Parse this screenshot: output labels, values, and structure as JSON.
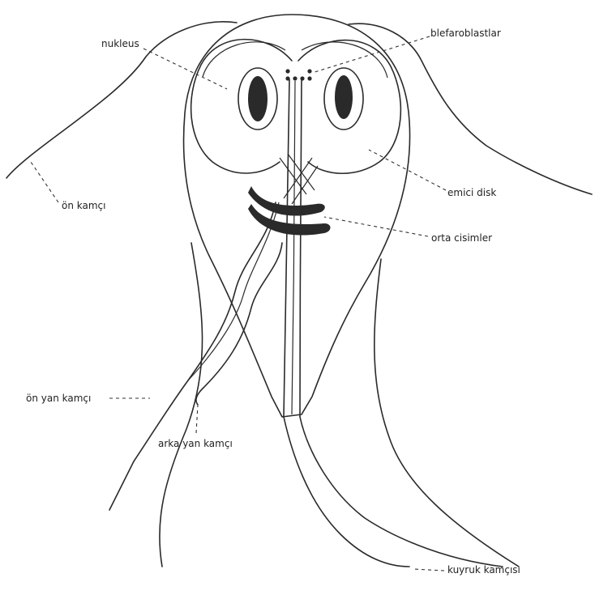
{
  "labels": {
    "nucleus": "nukleus",
    "blepharoplasts": "blefaroblastlar",
    "ventral_disc": "emici disk",
    "anterior_flagellum": "ön kamçı",
    "median_bodies": "orta cisimler",
    "anterolateral_flagellum": "ön yan kamçı",
    "posterolateral_flagellum": "arka yan kamçı",
    "caudal_flagellum": "kuyruk kamçısı"
  },
  "colors": {
    "line": "#2a2a2a",
    "background": "#ffffff"
  }
}
